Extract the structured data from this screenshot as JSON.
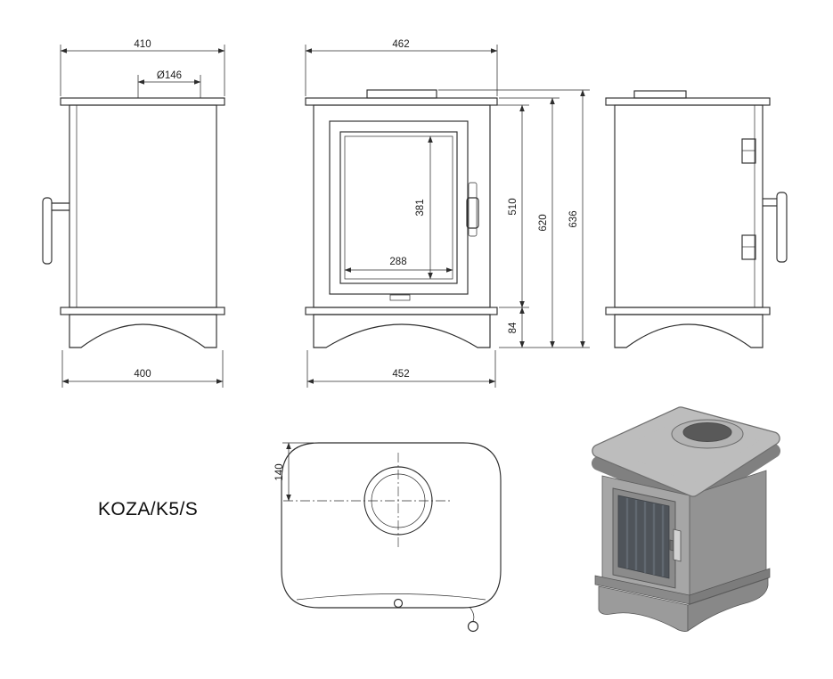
{
  "drawing": {
    "title": "KOZA/K5/S",
    "dims": {
      "left_top_width": "410",
      "flue_diameter": "Ø146",
      "left_bottom_width": "400",
      "front_top_width": "462",
      "glass_height": "381",
      "glass_width": "288",
      "door_height": "510",
      "body_height": "620",
      "total_height": "636",
      "base_height": "84",
      "front_bottom_width": "452",
      "flue_offset": "140"
    }
  }
}
